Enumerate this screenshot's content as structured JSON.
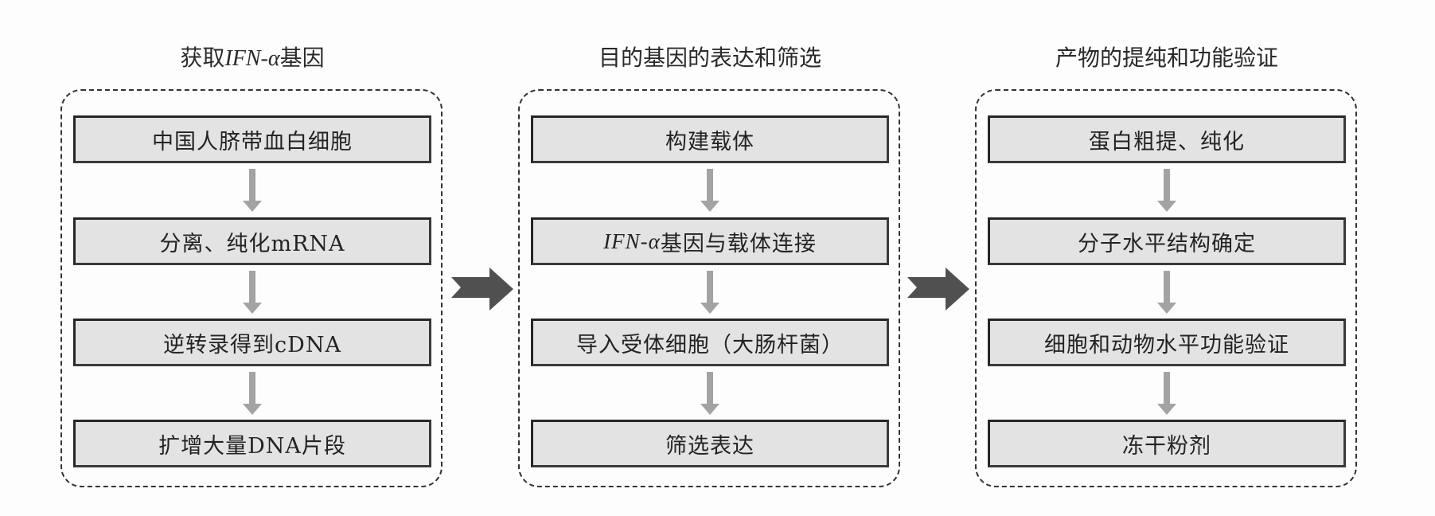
{
  "diagram": {
    "type": "flowchart",
    "colors": {
      "background": "#fdfdfd",
      "box_fill": "#e3e3e3",
      "box_border": "#262626",
      "down_arrow": "#a3a3a3",
      "stage_arrow": "#505050",
      "dashed_border": "#333333"
    },
    "panels": [
      {
        "title_prefix": "获取",
        "title_italic": "IFN-α",
        "title_suffix": "基因",
        "steps": [
          {
            "text": "中国人脐带血白细胞"
          },
          {
            "text": "分离、纯化mRNA"
          },
          {
            "text": "逆转录得到cDNA"
          },
          {
            "text": "扩增大量DNA片段"
          }
        ]
      },
      {
        "title_prefix": "目的基因的表达和筛选",
        "title_italic": "",
        "title_suffix": "",
        "steps": [
          {
            "text": "构建载体"
          },
          {
            "italic": "IFN-α",
            "text": "基因与载体连接"
          },
          {
            "text": "导入受体细胞（大肠杆菌）"
          },
          {
            "text": "筛选表达"
          }
        ]
      },
      {
        "title_prefix": "产物的提纯和功能验证",
        "title_italic": "",
        "title_suffix": "",
        "steps": [
          {
            "text": "蛋白粗提、纯化"
          },
          {
            "text": "分子水平结构确定"
          },
          {
            "text": "细胞和动物水平功能验证"
          },
          {
            "text": "冻干粉剂"
          }
        ]
      }
    ],
    "connectors": {
      "within_panel": "down-arrow",
      "between_panels": "right-arrow"
    }
  }
}
